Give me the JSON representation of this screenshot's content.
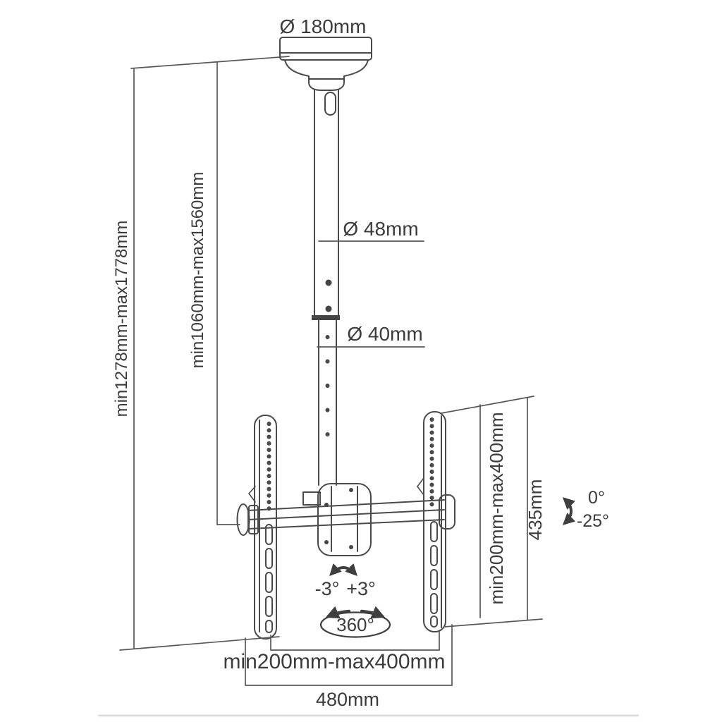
{
  "meta": {
    "title": "Ceiling TV mount bracket - dimensional line drawing",
    "drawing_style": "black line art on white"
  },
  "colors": {
    "line": "#4a4a4a",
    "dimension_line": "#585858",
    "text": "#3c3c3c",
    "background": "#ffffff",
    "shadow_line": "#d9d9d9"
  },
  "labels": {
    "plate_diameter": "Ø 180mm",
    "upper_tube_diameter": "Ø 48mm",
    "lower_tube_diameter": "Ø 40mm",
    "overall_height_range": "min1278mm-max1778mm",
    "drop_height_range": "min1060mm-max1560mm",
    "vesa_vertical_range": "min200mm-max400mm",
    "bracket_height": "435mm",
    "tilt_max": "0°",
    "tilt_min": "-25°",
    "swivel_left": "-3°",
    "swivel_right": "+3°",
    "rotation": "360°",
    "vesa_horizontal_range": "min200mm-max400mm",
    "crossbar_width": "480mm"
  }
}
